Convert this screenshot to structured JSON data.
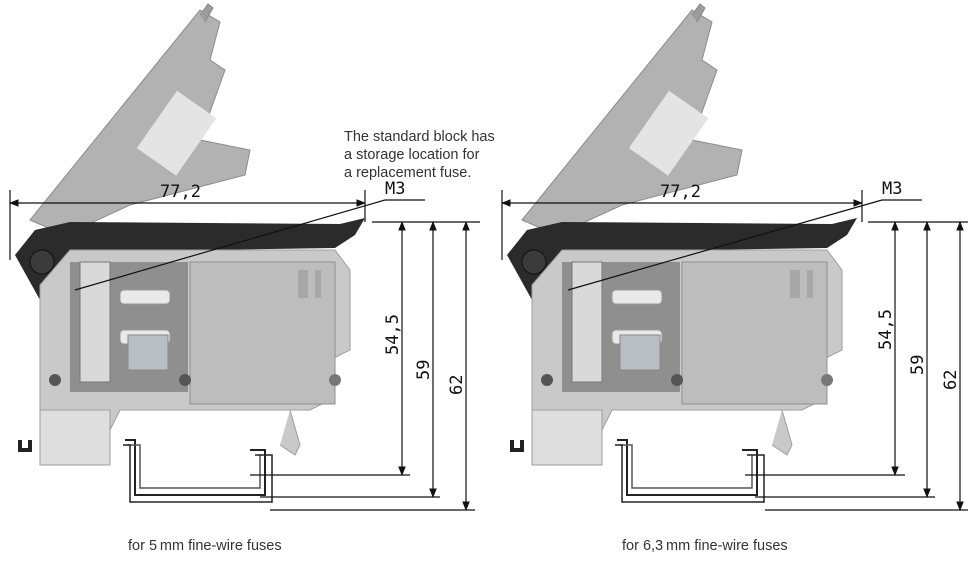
{
  "note": {
    "lines": [
      "The standard block has",
      "a storage location for",
      "a replacement fuse."
    ]
  },
  "left_view": {
    "caption": "for 5 mm fine-wire fuses",
    "dims": {
      "width": "77,2",
      "thread": "M3",
      "h1": "54,5",
      "h2": "59",
      "h3": "62"
    }
  },
  "right_view": {
    "caption": "for 6,3 mm fine-wire fuses",
    "dims": {
      "width": "77,2",
      "thread": "M3",
      "h1": "54,5",
      "h2": "59",
      "h3": "62"
    }
  },
  "colors": {
    "housing": "#c9c9c9",
    "housing_dark": "#a7a7a7",
    "cover": "#b2b2b2",
    "clamp": "#2b2b2b",
    "rail": "#ffffff",
    "line": "#111111"
  }
}
